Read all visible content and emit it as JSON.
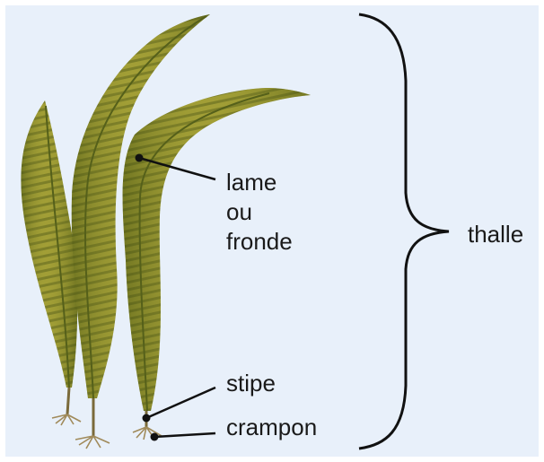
{
  "diagram": {
    "labels": {
      "lame": [
        "lame",
        "ou",
        "fronde"
      ],
      "thalle": "thalle",
      "stipe": "stipe",
      "crampon": "crampon"
    },
    "colors": {
      "background": "#e8f0fa",
      "frond_light": "#a9a43a",
      "frond_dark": "#5e6a1c",
      "frond_mid": "#8a8a2a",
      "line": "#111111"
    }
  }
}
